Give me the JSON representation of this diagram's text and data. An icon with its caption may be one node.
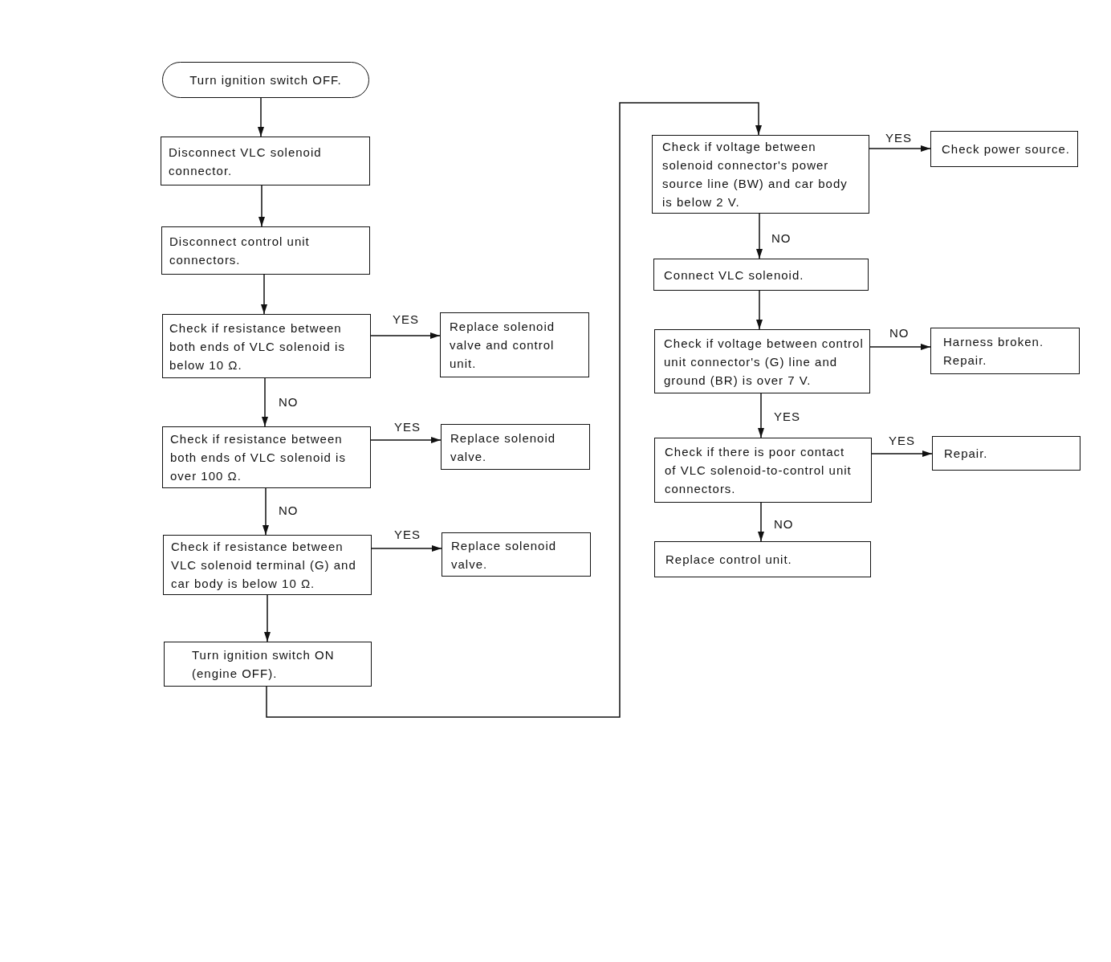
{
  "diagram": {
    "nodes": [
      {
        "text": [
          "Turn ignition switch OFF."
        ]
      },
      {
        "text": [
          "Disconnect VLC solenoid connector."
        ]
      },
      {
        "text": [
          "Disconnect control unit connectors."
        ]
      },
      {
        "text": [
          "Check if resistance between both ends of VLC solenoid is below 10 Ω."
        ]
      },
      {
        "text": [
          "Replace solenoid valve and control unit."
        ]
      },
      {
        "text": [
          "Check if resistance between both ends of VLC solenoid is over 100 Ω."
        ]
      },
      {
        "text": [
          "Replace solenoid valve."
        ]
      },
      {
        "text": [
          "Check if resistance between VLC solenoid terminal (G) and car body is below 10 Ω."
        ]
      },
      {
        "text": [
          "Replace solenoid valve."
        ]
      },
      {
        "text": [
          "Turn ignition switch ON (engine OFF)."
        ]
      },
      {
        "text": [
          "Check if voltage between solenoid connector's power source line (BW) and car body is below 2 V."
        ]
      },
      {
        "text": [
          "Check power source."
        ]
      },
      {
        "text": [
          "Connect VLC solenoid."
        ]
      },
      {
        "text": [
          "Check if voltage between control unit connector's (G) line and ground (BR) is over 7 V."
        ]
      },
      {
        "text": [
          "Harness broken. Repair."
        ]
      },
      {
        "text": [
          "Check if there is poor contact of VLC solenoid-to-control unit connectors."
        ]
      },
      {
        "text": [
          "Repair."
        ]
      },
      {
        "text": [
          "Replace control unit."
        ]
      }
    ],
    "edges": [
      {
        "from": 0,
        "to": 1,
        "arrow": "to"
      },
      {
        "from": 1,
        "to": 2,
        "arrow": "to"
      },
      {
        "from": 2,
        "to": 3,
        "arrow": "to"
      },
      {
        "from": 3,
        "to": 4,
        "arrow": "to",
        "label": "YES"
      },
      {
        "from": 3,
        "to": 5,
        "arrow": "to",
        "label": "NO"
      },
      {
        "from": 5,
        "to": 6,
        "arrow": "to",
        "label": "YES"
      },
      {
        "from": 5,
        "to": 7,
        "arrow": "to",
        "label": "NO"
      },
      {
        "from": 7,
        "to": 8,
        "arrow": "to",
        "label": "YES"
      },
      {
        "from": 7,
        "to": 9,
        "arrow": "to"
      },
      {
        "from": 9,
        "to": 10,
        "arrow": "to"
      },
      {
        "from": 10,
        "to": 11,
        "arrow": "to",
        "label": "YES"
      },
      {
        "from": 10,
        "to": 12,
        "arrow": "to",
        "label": "NO"
      },
      {
        "from": 12,
        "to": 13,
        "arrow": "to"
      },
      {
        "from": 13,
        "to": 14,
        "arrow": "to",
        "label": "NO"
      },
      {
        "from": 13,
        "to": 15,
        "arrow": "to",
        "label": "YES"
      },
      {
        "from": 15,
        "to": 16,
        "arrow": "to",
        "label": "YES"
      },
      {
        "from": 15,
        "to": 17,
        "arrow": "to",
        "label": "NO"
      }
    ]
  }
}
